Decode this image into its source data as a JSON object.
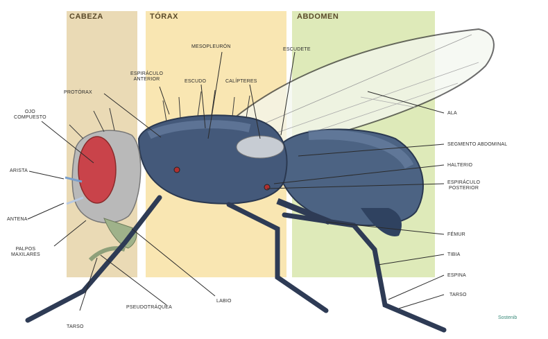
{
  "regions": {
    "head": "CABEZA",
    "thorax": "TÓRAX",
    "abdomen": "ABDOMEN"
  },
  "labels": {
    "ojo_compuesto": "OJO\nCOMPUESTO",
    "arista": "ARISTA",
    "antena": "ANTENA",
    "palpos": "PALPOS\nMAXILARES",
    "pronotum": "PROTÓRAX",
    "espiraculo_anterior": "ESPIRÁCULO\nANTERIOR",
    "mesopleuron": "MESOPLEURÓN",
    "escudo": "ESCUDO",
    "caliptres": "CALÍPTERES",
    "escudete": "ESCUDETE",
    "ala": "ALA",
    "segmento": "SEGMENTO ABDOMINAL",
    "halteres": "HALTERIO",
    "espiraculo_posterior": "ESPIRÁCULO\nPOSTERIOR",
    "femur": "FÉMUR",
    "tibia": "TIBIA",
    "espina": "ESPINA",
    "tarso_right": "TARSO",
    "labio": "LABIO",
    "proboscis": "PSEUDOTRÁQUEA",
    "tarso_left": "TARSO"
  },
  "logo": "Sostenib"
}
